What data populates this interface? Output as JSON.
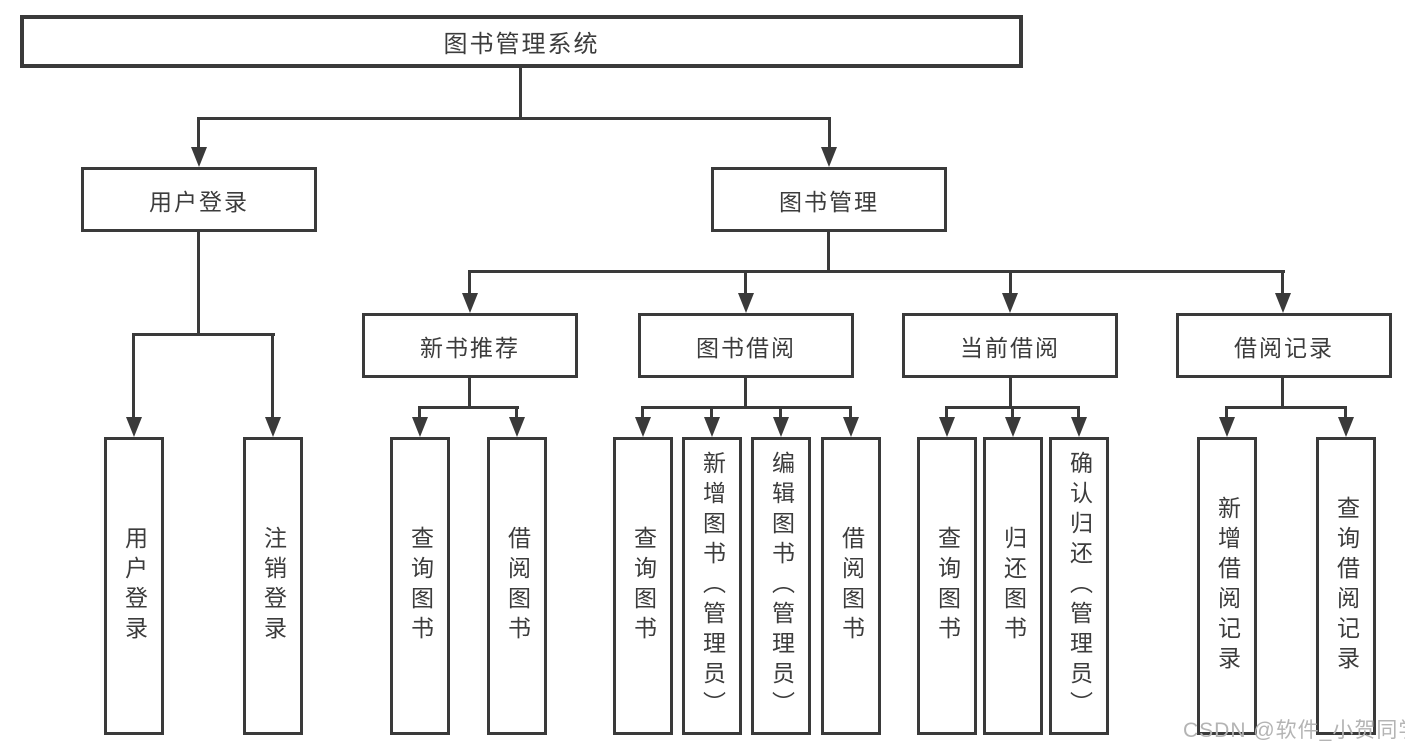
{
  "tree": {
    "root": {
      "label": "图书管理系统"
    },
    "branches": [
      {
        "label": "用户登录",
        "children": [
          {
            "label": "用户登录"
          },
          {
            "label": "注销登录"
          }
        ]
      },
      {
        "label": "图书管理",
        "children": [
          {
            "label": "新书推荐",
            "children": [
              {
                "label": "查询图书"
              },
              {
                "label": "借阅图书"
              }
            ]
          },
          {
            "label": "图书借阅",
            "children": [
              {
                "label": "查询图书"
              },
              {
                "label": "新增图书（管理员）"
              },
              {
                "label": "编辑图书（管理员）"
              },
              {
                "label": "借阅图书"
              }
            ]
          },
          {
            "label": "当前借阅",
            "children": [
              {
                "label": "查询图书"
              },
              {
                "label": "归还图书"
              },
              {
                "label": "确认归还（管理员）"
              }
            ]
          },
          {
            "label": "借阅记录",
            "children": [
              {
                "label": "新增借阅记录"
              },
              {
                "label": "查询借阅记录"
              }
            ]
          }
        ]
      }
    ]
  },
  "watermark": {
    "text": "CSDN @软件_小贺同学"
  },
  "colors": {
    "line": "#3a3a3a",
    "text": "#3c3c3c",
    "watermark": "#b4b4b4",
    "background": "#ffffff"
  }
}
